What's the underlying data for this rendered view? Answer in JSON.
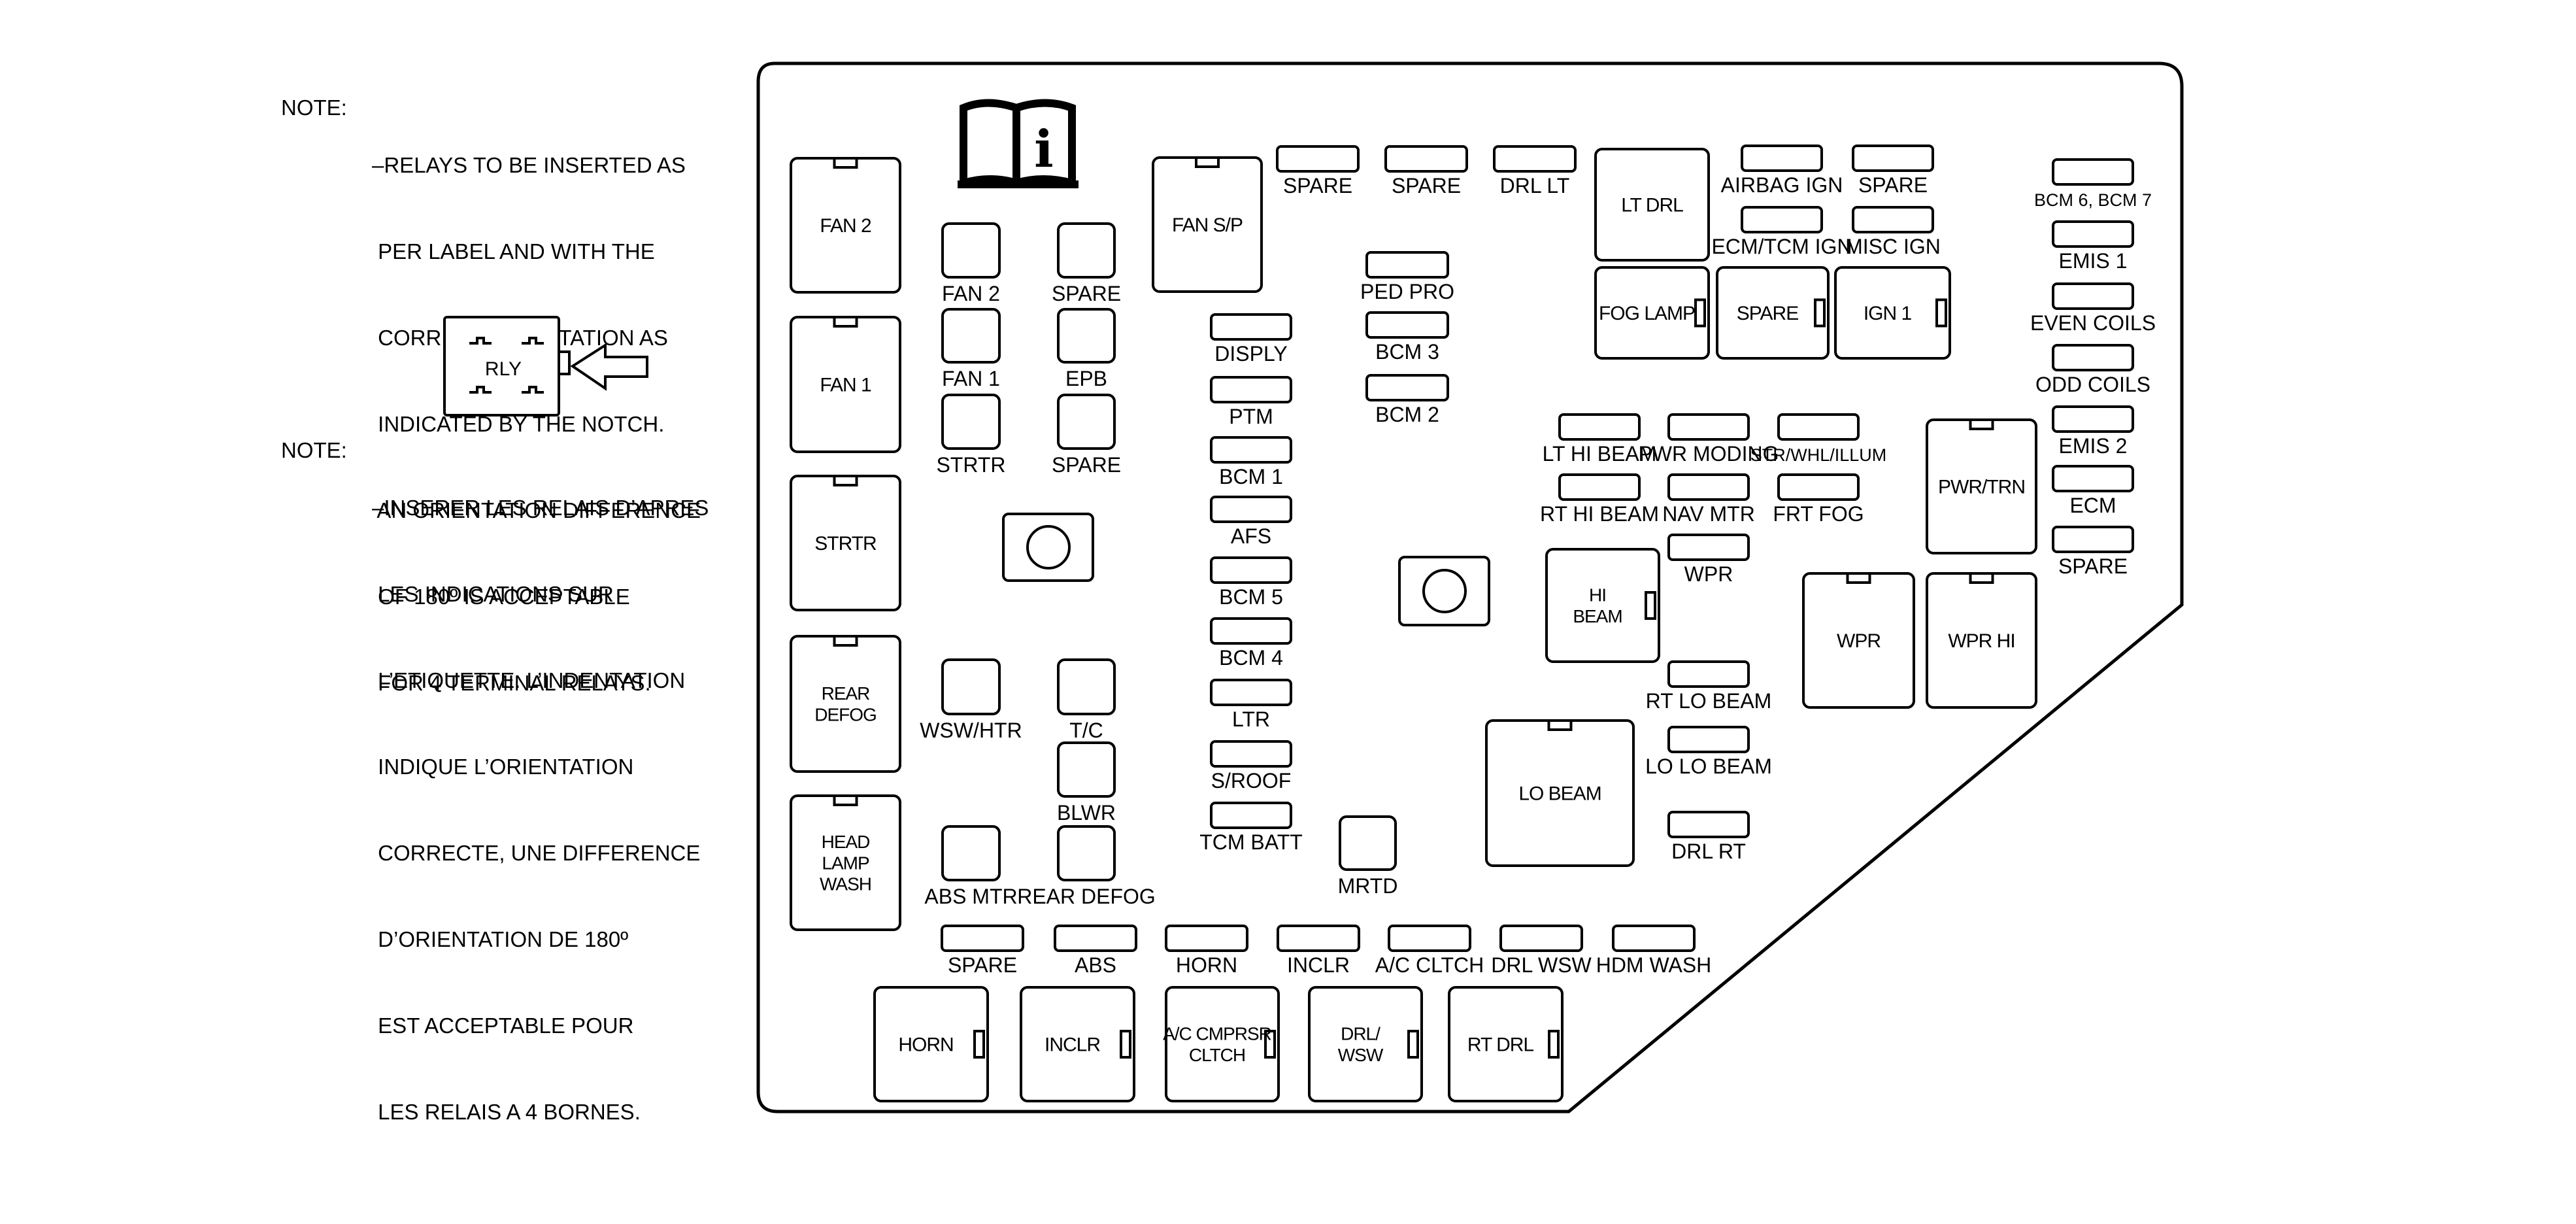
{
  "notes": {
    "english": {
      "lead": "NOTE:",
      "lines": [
        "–RELAYS TO BE INSERTED AS",
        " PER LABEL AND WITH THE",
        " CORRECT ORIENTATION AS",
        " INDICATED BY THE NOTCH.",
        " AN ORIENTATION DIFFERENCE",
        " OF 180º IS ACCEPTABLE",
        " FOR 4 TERMINAL RELAYS."
      ]
    },
    "french": {
      "lead": "NOTE:",
      "lines": [
        "–INSERER LES RELAIS D’APRES",
        " LES INDICATIONS SUR",
        " L’ETIQUETTE. L’INDENTATION",
        " INDIQUE L’ORIENTATION",
        " CORRECTE, UNE DIFFERENCE",
        " D’ORIENTATION DE 180º",
        " EST ACCEPTABLE POUR",
        " LES RELAIS A 4 BORNES."
      ]
    }
  },
  "relay_symbol": {
    "label": "RLY"
  },
  "info_icon": {
    "glyph": "i"
  },
  "components": [
    {
      "id": "fan2-relay",
      "label": "FAN 2",
      "kind": "relay"
    },
    {
      "id": "fan1-relay",
      "label": "FAN 1",
      "kind": "relay"
    },
    {
      "id": "strtr-relay",
      "label": "STRTR",
      "kind": "relay"
    },
    {
      "id": "rear-defog-relay",
      "label": "REAR\nDEFOG",
      "kind": "relay"
    },
    {
      "id": "head-lamp-wash-relay",
      "label": "HEAD\nLAMP\nWASH",
      "kind": "relay"
    },
    {
      "id": "fan-sp-relay",
      "label": "FAN S/P",
      "kind": "relay"
    },
    {
      "id": "lt-drl-relay",
      "label": "LT DRL",
      "kind": "relay"
    },
    {
      "id": "fog-lamp-relay",
      "label": "FOG LAMP",
      "kind": "relay"
    },
    {
      "id": "spare-relay",
      "label": "SPARE",
      "kind": "relay"
    },
    {
      "id": "ign1-relay",
      "label": "IGN 1",
      "kind": "relay"
    },
    {
      "id": "pwr-trn-relay",
      "label": "PWR/TRN",
      "kind": "relay"
    },
    {
      "id": "hi-beam-relay",
      "label": "HI\nBEAM",
      "kind": "relay"
    },
    {
      "id": "wpr-relay",
      "label": "WPR",
      "kind": "relay"
    },
    {
      "id": "wpr-hi-relay",
      "label": "WPR HI",
      "kind": "relay"
    },
    {
      "id": "lo-beam-relay",
      "label": "LO BEAM",
      "kind": "relay"
    },
    {
      "id": "horn-relay",
      "label": "HORN",
      "kind": "relay"
    },
    {
      "id": "inclr-relay",
      "label": "INCLR",
      "kind": "relay"
    },
    {
      "id": "ac-cmprsr-clutch-relay",
      "label": "A/C CMPRSR\nCLTCH",
      "kind": "relay"
    },
    {
      "id": "drl-wsw-relay",
      "label": "DRL/\nWSW",
      "kind": "relay"
    },
    {
      "id": "rt-drl-relay",
      "label": "RT DRL",
      "kind": "relay"
    },
    {
      "id": "fan2-fuse",
      "label": "FAN 2",
      "kind": "jcase"
    },
    {
      "id": "spare-jcase-1",
      "label": "SPARE",
      "kind": "jcase"
    },
    {
      "id": "fan1-fuse",
      "label": "FAN 1",
      "kind": "jcase"
    },
    {
      "id": "epb-fuse",
      "label": "EPB",
      "kind": "jcase"
    },
    {
      "id": "strtr-fuse",
      "label": "STRTR",
      "kind": "jcase"
    },
    {
      "id": "spare-jcase-2",
      "label": "SPARE",
      "kind": "jcase"
    },
    {
      "id": "wsw-htr-fuse",
      "label": "WSW/HTR",
      "kind": "jcase"
    },
    {
      "id": "tc-fuse",
      "label": "T/C",
      "kind": "jcase"
    },
    {
      "id": "blwr-fuse",
      "label": "BLWR",
      "kind": "jcase"
    },
    {
      "id": "abs-mtr-fuse",
      "label": "ABS MTR",
      "kind": "jcase"
    },
    {
      "id": "rear-defog-fuse",
      "label": "REAR DEFOG",
      "kind": "jcase"
    },
    {
      "id": "mrtd-fuse",
      "label": "MRTD",
      "kind": "jcase"
    },
    {
      "id": "spare-mini-1",
      "label": "SPARE",
      "kind": "mini"
    },
    {
      "id": "spare-mini-2",
      "label": "SPARE",
      "kind": "mini"
    },
    {
      "id": "drl-lt-fuse",
      "label": "DRL LT",
      "kind": "mini"
    },
    {
      "id": "ped-pro-fuse",
      "label": "PED PRO",
      "kind": "mini"
    },
    {
      "id": "bcm3-fuse",
      "label": "BCM 3",
      "kind": "mini"
    },
    {
      "id": "bcm2-fuse",
      "label": "BCM 2",
      "kind": "mini"
    },
    {
      "id": "disply-fuse",
      "label": "DISPLY",
      "kind": "mini"
    },
    {
      "id": "ptm-fuse",
      "label": "PTM",
      "kind": "mini"
    },
    {
      "id": "bcm1-fuse",
      "label": "BCM 1",
      "kind": "mini"
    },
    {
      "id": "afs-fuse",
      "label": "AFS",
      "kind": "mini"
    },
    {
      "id": "bcm5-fuse",
      "label": "BCM 5",
      "kind": "mini"
    },
    {
      "id": "bcm4-fuse",
      "label": "BCM 4",
      "kind": "mini"
    },
    {
      "id": "ltr-fuse",
      "label": "LTR",
      "kind": "mini"
    },
    {
      "id": "sroof-fuse",
      "label": "S/ROOF",
      "kind": "mini"
    },
    {
      "id": "tcm-batt-fuse",
      "label": "TCM BATT",
      "kind": "mini"
    },
    {
      "id": "airbag-ign-fuse",
      "label": "AIRBAG IGN",
      "kind": "mini"
    },
    {
      "id": "spare-mini-3",
      "label": "SPARE",
      "kind": "mini"
    },
    {
      "id": "ecm-tcm-ign-fuse",
      "label": "ECM/TCM IGN",
      "kind": "mini"
    },
    {
      "id": "misc-ign-fuse",
      "label": "MISC IGN",
      "kind": "mini"
    },
    {
      "id": "bcm6-bcm7-fuse",
      "label": "BCM 6, BCM 7",
      "kind": "mini"
    },
    {
      "id": "emis1-fuse",
      "label": "EMIS 1",
      "kind": "mini"
    },
    {
      "id": "even-coils-fuse",
      "label": "EVEN COILS",
      "kind": "mini"
    },
    {
      "id": "odd-coils-fuse",
      "label": "ODD COILS",
      "kind": "mini"
    },
    {
      "id": "emis2-fuse",
      "label": "EMIS 2",
      "kind": "mini"
    },
    {
      "id": "ecm-fuse",
      "label": "ECM",
      "kind": "mini"
    },
    {
      "id": "spare-mini-4",
      "label": "SPARE",
      "kind": "mini"
    },
    {
      "id": "lt-hi-beam-fuse",
      "label": "LT HI BEAM",
      "kind": "mini"
    },
    {
      "id": "pwr-moding-fuse",
      "label": "PWR MODING",
      "kind": "mini"
    },
    {
      "id": "str-whl-illum-fuse",
      "label": "STR/WHL/ILLUM",
      "kind": "mini"
    },
    {
      "id": "rt-hi-beam-fuse",
      "label": "RT HI BEAM",
      "kind": "mini"
    },
    {
      "id": "nav-mtr-fuse",
      "label": "NAV MTR",
      "kind": "mini"
    },
    {
      "id": "frt-fog-fuse",
      "label": "FRT FOG",
      "kind": "mini"
    },
    {
      "id": "wpr-fuse",
      "label": "WPR",
      "kind": "mini"
    },
    {
      "id": "rt-lo-beam-fuse",
      "label": "RT LO BEAM",
      "kind": "mini"
    },
    {
      "id": "lo-lo-beam-fuse",
      "label": "LO LO BEAM",
      "kind": "mini"
    },
    {
      "id": "drl-rt-fuse",
      "label": "DRL RT",
      "kind": "mini"
    },
    {
      "id": "spare-mini-5",
      "label": "SPARE",
      "kind": "mini"
    },
    {
      "id": "abs-fuse",
      "label": "ABS",
      "kind": "mini"
    },
    {
      "id": "horn-fuse",
      "label": "HORN",
      "kind": "mini"
    },
    {
      "id": "inclr-fuse",
      "label": "INCLR",
      "kind": "mini"
    },
    {
      "id": "ac-clutch-fuse",
      "label": "A/C CLTCH",
      "kind": "mini"
    },
    {
      "id": "drl-wsw-fuse",
      "label": "DRL WSW",
      "kind": "mini"
    },
    {
      "id": "hdm-wash-fuse",
      "label": "HDM WASH",
      "kind": "mini"
    }
  ]
}
